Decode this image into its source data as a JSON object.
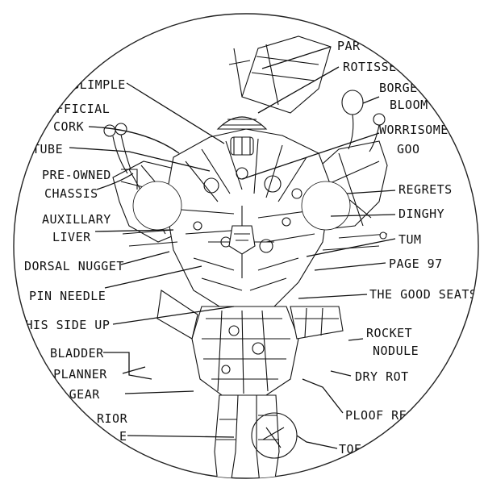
{
  "labels": {
    "blimple": "N BLIMPLE",
    "official_cork": "OFFICIAL",
    "cork": "CORK",
    "tube": "TUBE",
    "pre_owned": "PRE-OWNED",
    "chassis": "CHASSIS",
    "auxiliary": "AUXILLARY",
    "liver": "LIVER",
    "dorsal_nugget": "DORSAL NUGGET",
    "pin_needle": "PIN NEEDLE",
    "this_side_up": "THIS SIDE UP",
    "bladder": "BLADDER",
    "party_planner": "RTY PLANNER",
    "landing_gear": "DING GEAR",
    "prior": "RIOR",
    "prior_tail": "E",
    "par": "PAR",
    "rotisser": "ROTISSER",
    "borgle": "BORGE",
    "bloom": "BLOOM",
    "worrisome": "WORRISOME",
    "goo": "GOO",
    "regrets": "REGRETS",
    "dinghy": "DINGHY",
    "tum": "TUM",
    "page97": "PAGE 97",
    "good_seats": "THE GOOD SEATS",
    "rocket": "ROCKET",
    "nodule": "NODULE",
    "dry_rot": "DRY ROT",
    "ploof": "PLOOF RESI",
    "toe": "TOE"
  }
}
